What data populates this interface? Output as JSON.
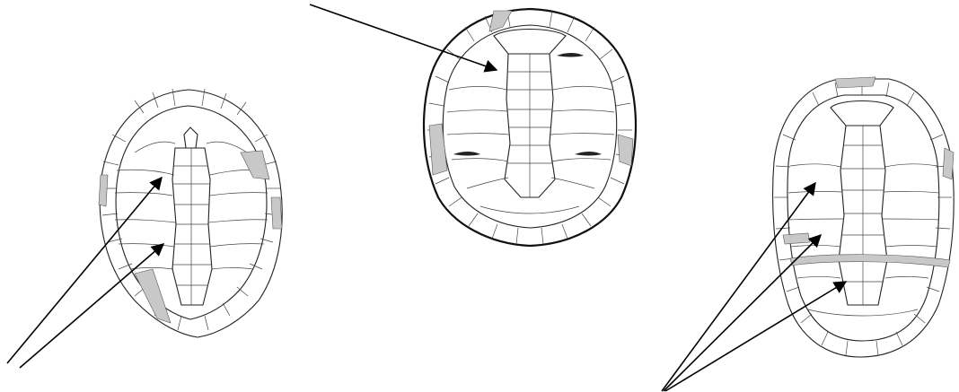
{
  "figure": {
    "panels": [
      {
        "name": "plastron-left",
        "arrows": 2
      },
      {
        "name": "plastron-center",
        "arrows": 1
      },
      {
        "name": "plastron-right",
        "arrows": 3
      }
    ],
    "colors": {
      "line": "#222222",
      "damage": "#c8c8c8",
      "arrow": "#000000"
    }
  }
}
